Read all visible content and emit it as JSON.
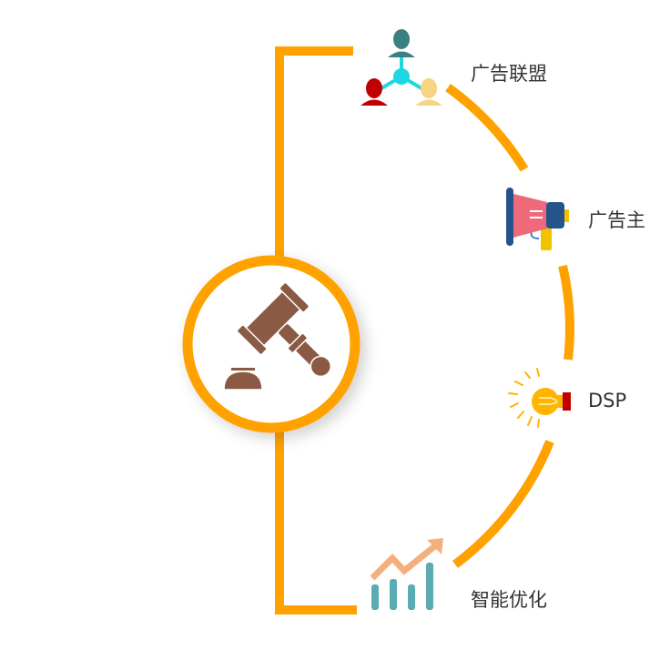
{
  "colors": {
    "accent": "#FFA200",
    "gavel": "#8B5A44",
    "text": "#333333"
  },
  "center": {
    "icon": "gavel-icon"
  },
  "nodes": [
    {
      "label": "广告联盟",
      "icon": "network-people-icon"
    },
    {
      "label": "广告主",
      "icon": "megaphone-icon"
    },
    {
      "label": "DSP",
      "icon": "lightbulb-icon"
    },
    {
      "label": "智能优化",
      "icon": "growth-chart-icon"
    }
  ]
}
